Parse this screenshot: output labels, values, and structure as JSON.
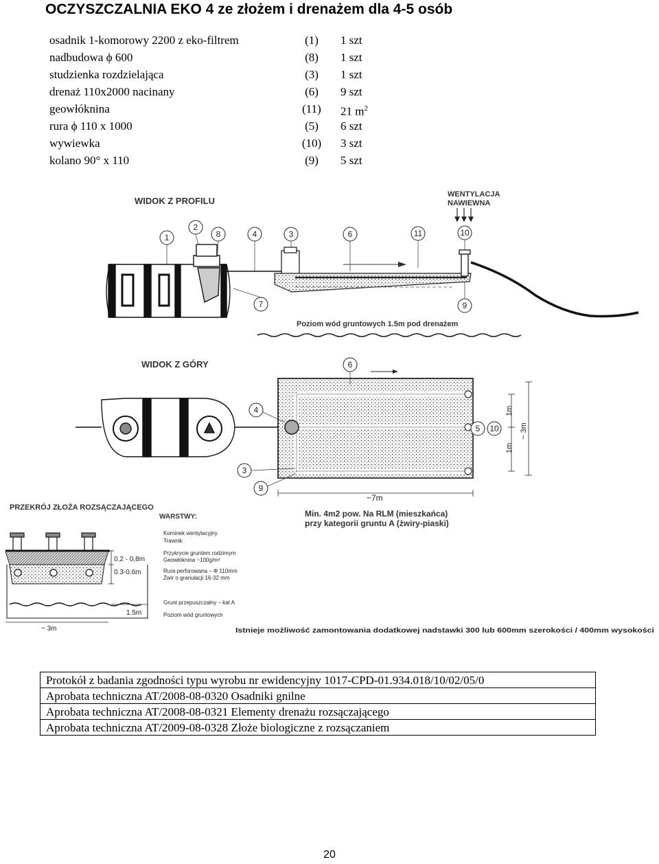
{
  "title": "OCZYSZCZALNIA EKO 4 ze złożem i drenażem dla 4-5 osób",
  "parts": [
    {
      "name": "osadnik 1-komorowy 2200 z eko-filtrem",
      "code": "(1)",
      "qty": "1 szt"
    },
    {
      "name": "nadbudowa ϕ 600",
      "code": "(8)",
      "qty": "1 szt"
    },
    {
      "name": "studzienka rozdzielająca",
      "code": "(3)",
      "qty": "1 szt"
    },
    {
      "name": "drenaż 110x2000 nacinany",
      "code": "(6)",
      "qty": "9 szt"
    },
    {
      "name": "geowłóknina",
      "code": "(11)",
      "qty": "21 m",
      "qty_sup": "2"
    },
    {
      "name": "rura  ϕ  110 x 1000",
      "code": "(5)",
      "qty": "6 szt"
    },
    {
      "name": "wywiewka",
      "code": "(10)",
      "qty": "3 szt"
    },
    {
      "name": "kolano 90° x 110",
      "code": "(9)",
      "qty": "5 szt"
    }
  ],
  "diagram": {
    "profile": {
      "heading": "WIDOK Z PROFILU",
      "vent_label_1": "WENTYLACJA",
      "vent_label_2": "NAWIEWNA",
      "callouts": [
        "1",
        "2",
        "8",
        "4",
        "3",
        "6",
        "11",
        "10",
        "7",
        "9"
      ],
      "groundwater_note": "Poziom wód gruntowych 1.5m pod drenażem"
    },
    "top": {
      "heading": "WIDOK Z GÓRY",
      "callouts": [
        "6",
        "4",
        "5",
        "10",
        "3",
        "9"
      ],
      "dim_1m_a": "1m",
      "dim_1m_b": "1m",
      "dim_3m": "~ 3m",
      "dim_7m": "~7m",
      "min_note_1": "Min. 4m2  pow. Na RLM (mieszkańca)",
      "min_note_2": "przy kategorii gruntu A (żwiry-piaski)"
    },
    "section": {
      "heading": "PRZEKRÓJ  ZŁOŻA ROZSĄCZAJĄCEGO",
      "layers_heading": "WARSTWY:",
      "layers": [
        "Kominek wentylacyjny",
        "Trawnik",
        "Przykrycie gruntem rodzimym",
        "Geowłóknina ~100g/m²",
        "Rura perforowana – Φ 110mm",
        "Żwir o granulacji 16-32 mm",
        "Grunt przepuszczalny – kat A",
        "Poziom wód gruntowych"
      ],
      "dim_a": "0,2 - 0,8m",
      "dim_b": "0.3-0.6m",
      "dim_c": "1.5m",
      "dim_d": "~ 3m",
      "extra_note": "Istnieje możliwość zamontowania dodatkowej nadstawki 300 lub 600mm szerokości / 400mm wysokości"
    }
  },
  "protocols": [
    "Protokół z badania zgodności typu wyrobu nr ewidencyjny 1017-CPD-01.934.018/10/02/05/0",
    "Aprobata techniczna AT/2008-08-0320 Osadniki gnilne",
    "Aprobata techniczna AT/2008-08-0321 Elementy drenażu  rozsączającego",
    "Aprobata techniczna AT/2009-08-0328 Złoże biologiczne z rozsączaniem"
  ],
  "page_number": "20"
}
